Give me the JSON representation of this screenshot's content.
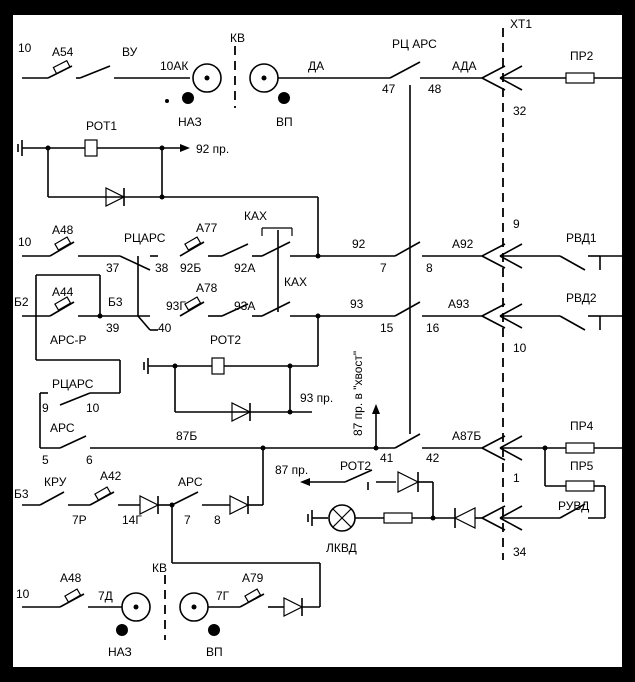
{
  "labels": {
    "xt1": "ХТ1",
    "kv": "КВ",
    "n10": "10",
    "a54": "А54",
    "vu": "ВУ",
    "n10ak": "10АК",
    "naz": "НАЗ",
    "vp": "ВП",
    "da": "ДА",
    "rcars_top": "РЦ АРС",
    "n47": "47",
    "n48": "48",
    "ada": "АДА",
    "pr2": "ПР2",
    "n32": "32",
    "rot1": "РОТ1",
    "pr92": "92 пр.",
    "a48": "А48",
    "rcars_mid": "РЦАРС",
    "a77": "А77",
    "kax1": "КАХ",
    "n92": "92",
    "a92": "А92",
    "n9": "9",
    "rvd1": "РВД1",
    "n37": "37",
    "n38": "38",
    "n92b": "92Б",
    "n92a": "92А",
    "n7": "7",
    "n8": "8",
    "b2": "Б2",
    "a44": "А44",
    "b3": "Б3",
    "a78": "А78",
    "kax2": "КАХ",
    "n93": "93",
    "a93": "А93",
    "rvd2": "РВД2",
    "n39": "39",
    "n40": "40",
    "n93g": "93Г",
    "n93a": "93А",
    "n15": "15",
    "n16": "16",
    "arsr": "АРС-Р",
    "rot2": "РОТ2",
    "n10b": "10",
    "pr93": "93 пр.",
    "hvost": "87 пр. в \"хвост\"",
    "rcars_low": "РЦАРС",
    "n9b": "9",
    "n10c": "10",
    "ars": "АРС",
    "n87b": "87Б",
    "a87b": "А87Б",
    "pr4": "ПР4",
    "n5": "5",
    "n6": "6",
    "n41": "41",
    "n42": "42",
    "n1": "1",
    "pr87": "87 пр.",
    "rot2b": "РОТ2",
    "pr5": "ПР5",
    "b3b": "Б3",
    "kru": "КРУ",
    "a42": "А42",
    "ars2": "АРС",
    "n7r": "7Р",
    "n14g": "14Г",
    "n7b": "7",
    "n8b": "8",
    "ruvd": "РУВД",
    "lkvd": "ЛКВД",
    "n34": "34",
    "a48b": "А48",
    "kv2": "КВ",
    "a79": "А79",
    "n10d": "10",
    "n7d": "7Д",
    "n7g": "7Г",
    "naz2": "НАЗ",
    "vp2": "ВП"
  }
}
